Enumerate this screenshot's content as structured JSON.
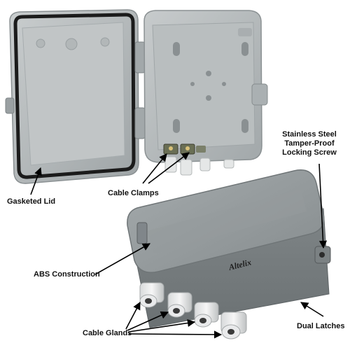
{
  "labels": {
    "gasketed_lid": "Gasketed Lid",
    "cable_clamps": "Cable Clamps",
    "abs_construction": "ABS Construction",
    "cable_glands": "Cable Glands",
    "dual_latches": "Dual Latches",
    "locking_screw_line1": "Stainless Steel",
    "locking_screw_line2": "Tamper-Proof",
    "locking_screw_line3": "Locking Screw"
  },
  "logo": {
    "text": "Altelix"
  },
  "colors": {
    "enclosure_body": "#8e9597",
    "enclosure_interior": "#b9bebf",
    "gasket": "#1b1b1b",
    "label_text": "#111111",
    "pointer": "#000000"
  }
}
